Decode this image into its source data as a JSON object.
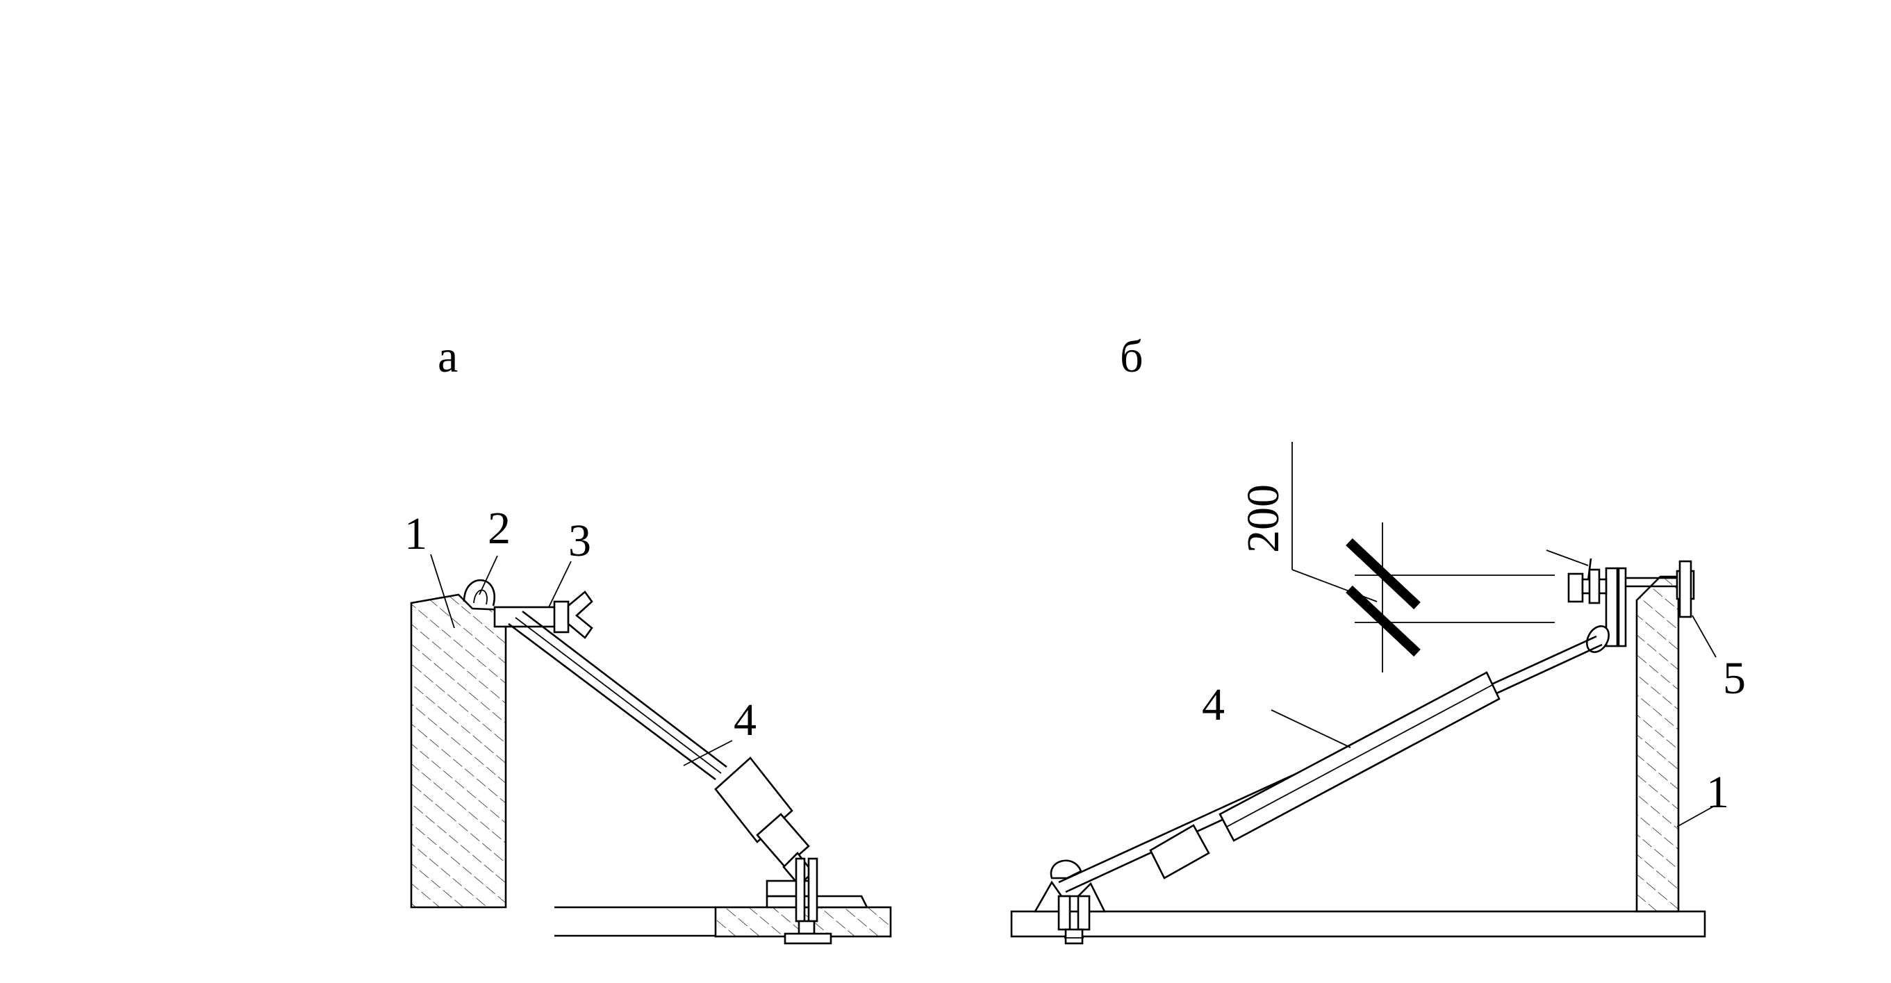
{
  "figure_a": {
    "label": "а",
    "callouts": [
      "1",
      "2",
      "3",
      "4"
    ]
  },
  "figure_b": {
    "label": "б",
    "dimension": "200",
    "callouts": [
      "4",
      "5",
      "1"
    ]
  }
}
